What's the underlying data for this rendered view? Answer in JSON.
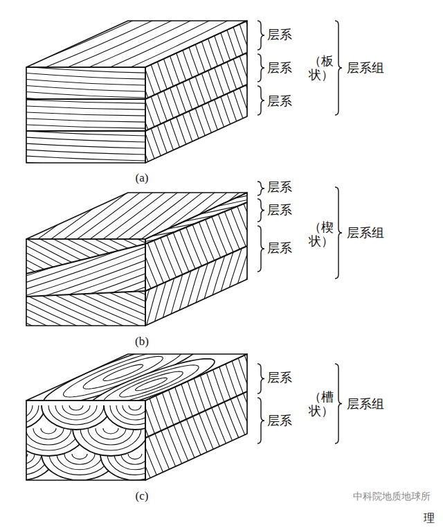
{
  "diagram": {
    "labels": [
      "层系",
      "层系",
      "层系",
      "（板状）",
      "层系组",
      "(a)",
      "层系",
      "层系",
      "层系",
      "（楔状）",
      "层系组",
      "(b)",
      "层系",
      "层系",
      "（槽状）",
      "层系组",
      "(c)",
      "中科院地质地球所",
      "理"
    ]
  }
}
